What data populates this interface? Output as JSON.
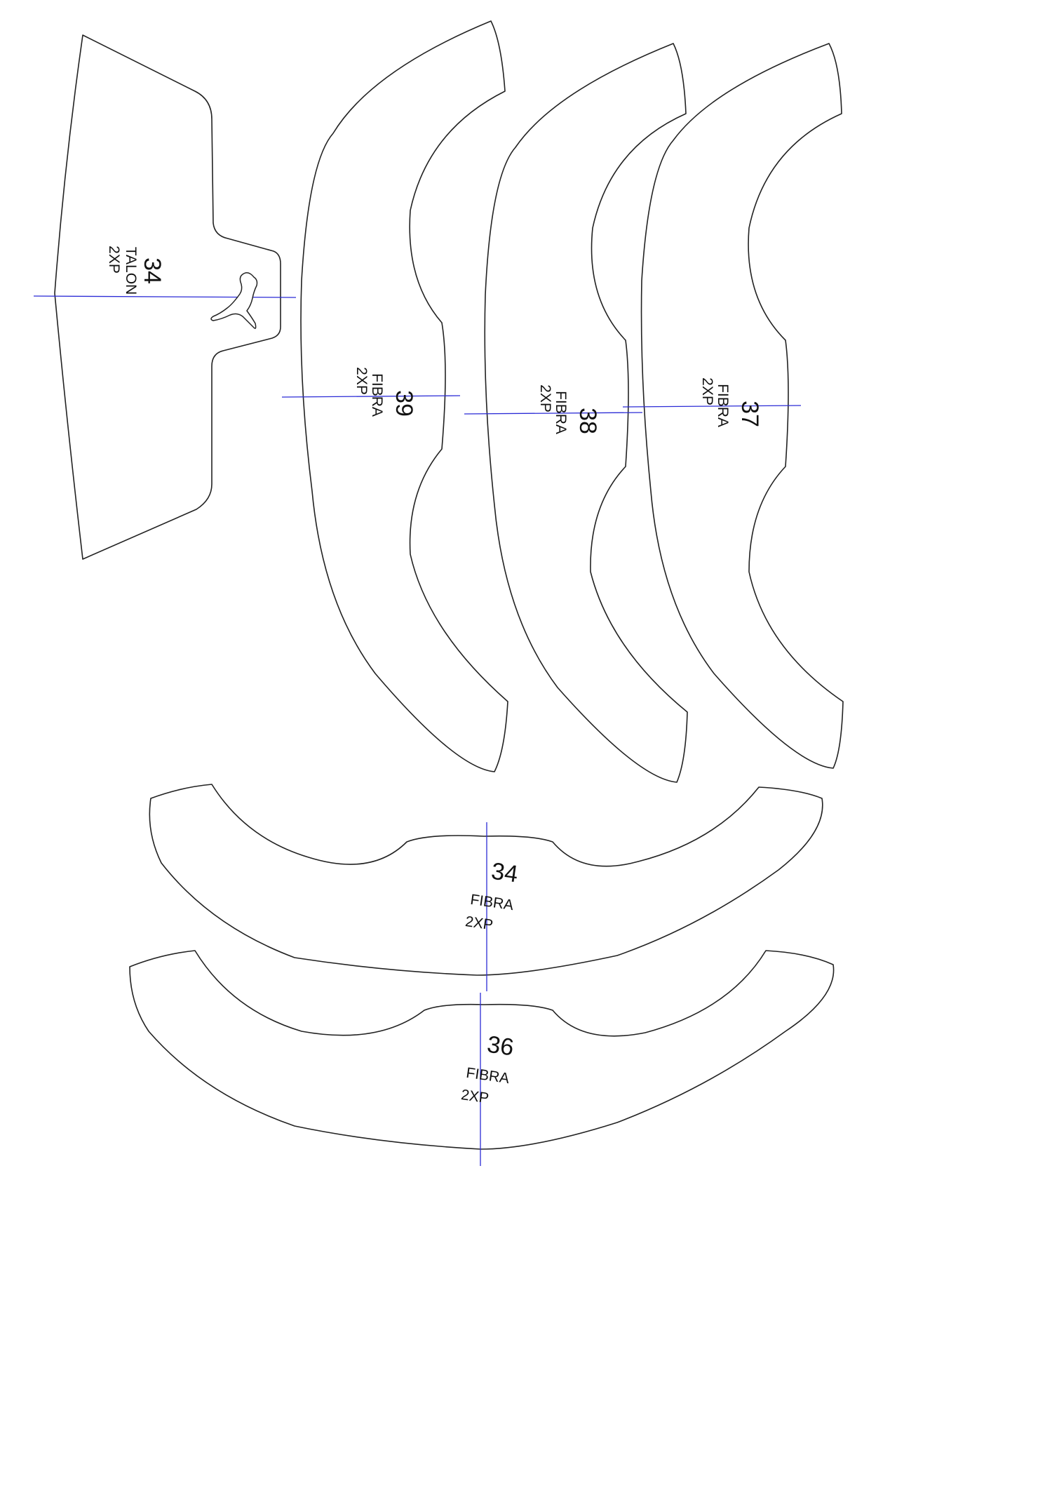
{
  "colors": {
    "outline": "#222222",
    "grain_line": "#2b2bd6",
    "text": "#111111",
    "background": "#ffffff"
  },
  "pieces": [
    {
      "id": "talon-34",
      "size": "34",
      "type": "TALON",
      "qty": "2XP",
      "has_logo": true
    },
    {
      "id": "fibra-39",
      "size": "39",
      "type": "FIBRA",
      "qty": "2XP"
    },
    {
      "id": "fibra-38",
      "size": "38",
      "type": "FIBRA",
      "qty": "2XP"
    },
    {
      "id": "fibra-37",
      "size": "37",
      "type": "FIBRA",
      "qty": "2XP"
    },
    {
      "id": "fibra-34",
      "size": "34",
      "type": "FIBRA",
      "qty": "2XP"
    },
    {
      "id": "fibra-36",
      "size": "36",
      "type": "FIBRA",
      "qty": "2XP"
    }
  ],
  "icons": {
    "logo": "puma-cat-logo-icon"
  }
}
